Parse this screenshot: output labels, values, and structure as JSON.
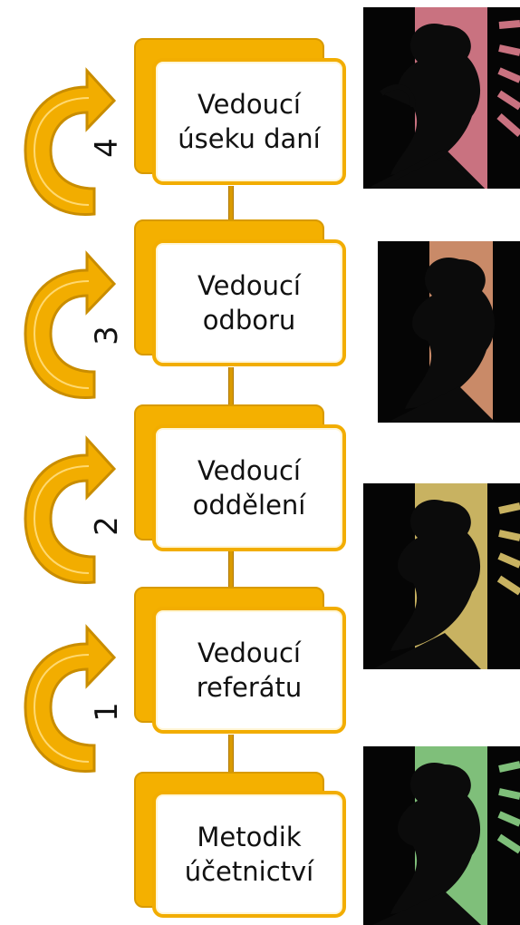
{
  "steps": [
    {
      "number": "4",
      "lines": [
        "Vedoucí",
        "úseku daní"
      ],
      "panel_color": "#c97280"
    },
    {
      "number": "3",
      "lines": [
        "Vedoucí",
        "odboru"
      ],
      "panel_color": "#c98a68"
    },
    {
      "number": "2",
      "lines": [
        "Vedoucí",
        "oddělení"
      ],
      "panel_color": "#c8b261"
    },
    {
      "number": "1",
      "lines": [
        "Vedoucí",
        "referátu"
      ],
      "panel_color": null
    },
    {
      "number": null,
      "lines": [
        "Metodik",
        "účetnictví"
      ],
      "panel_color": "#7fbf7a"
    }
  ],
  "colors": {
    "accent": "#f2ad00",
    "accent_dark": "#d89a00",
    "icon_dark": "#111111"
  },
  "icons": {
    "arrow": "curved-arrow-icon",
    "picture": "runner-sun-icon"
  }
}
